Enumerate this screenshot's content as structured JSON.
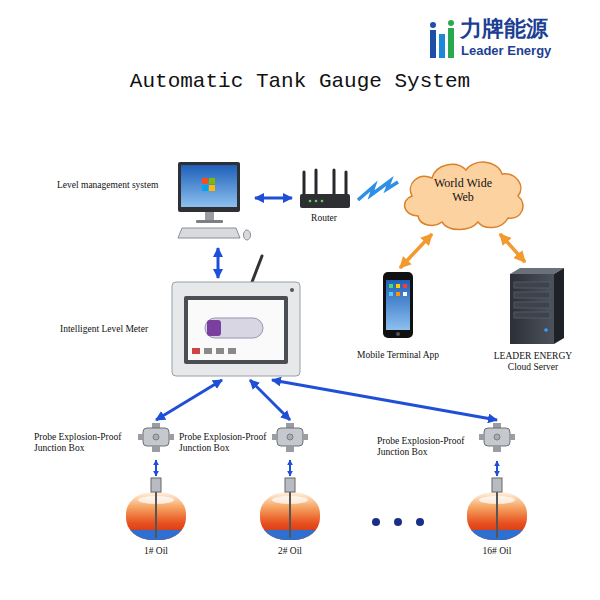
{
  "diagram": {
    "title": "Automatic Tank Gauge System",
    "nodes": [
      {
        "text": [
          "Level management system"
        ]
      },
      {
        "text": [
          "Router"
        ]
      },
      {
        "text": [
          "World Wide Web"
        ]
      },
      {
        "text": [
          "Mobile Terminal App"
        ]
      },
      {
        "text": [
          "LEADER ENERGY Cloud Server"
        ]
      },
      {
        "text": [
          "Intelligent Level Meter"
        ]
      },
      {
        "text": [
          "Probe Explosion-Proof Junction Box"
        ]
      },
      {
        "text": [
          "Probe Explosion-Proof Junction Box"
        ]
      },
      {
        "text": [
          "Probe Explosion-Proof Junction Box"
        ]
      },
      {
        "text": [
          "1# Oil"
        ]
      },
      {
        "text": [
          "2# Oil"
        ]
      },
      {
        "text": [
          "16# Oil"
        ]
      }
    ],
    "edges": [
      {
        "from": 0,
        "to": 1,
        "arrow": "both"
      },
      {
        "from": 1,
        "to": 2,
        "arrow": "none"
      },
      {
        "from": 2,
        "to": 3,
        "arrow": "both"
      },
      {
        "from": 2,
        "to": 4,
        "arrow": "both"
      },
      {
        "from": 0,
        "to": 5,
        "arrow": "both"
      },
      {
        "from": 5,
        "to": 6,
        "arrow": "both"
      },
      {
        "from": 5,
        "to": 7,
        "arrow": "both"
      },
      {
        "from": 5,
        "to": 8,
        "arrow": "both"
      },
      {
        "from": 6,
        "to": 9,
        "arrow": "both"
      },
      {
        "from": 7,
        "to": 10,
        "arrow": "both"
      },
      {
        "from": 8,
        "to": 11,
        "arrow": "both"
      }
    ],
    "labels": [
      "力牌能源",
      "Leader Energy"
    ]
  }
}
